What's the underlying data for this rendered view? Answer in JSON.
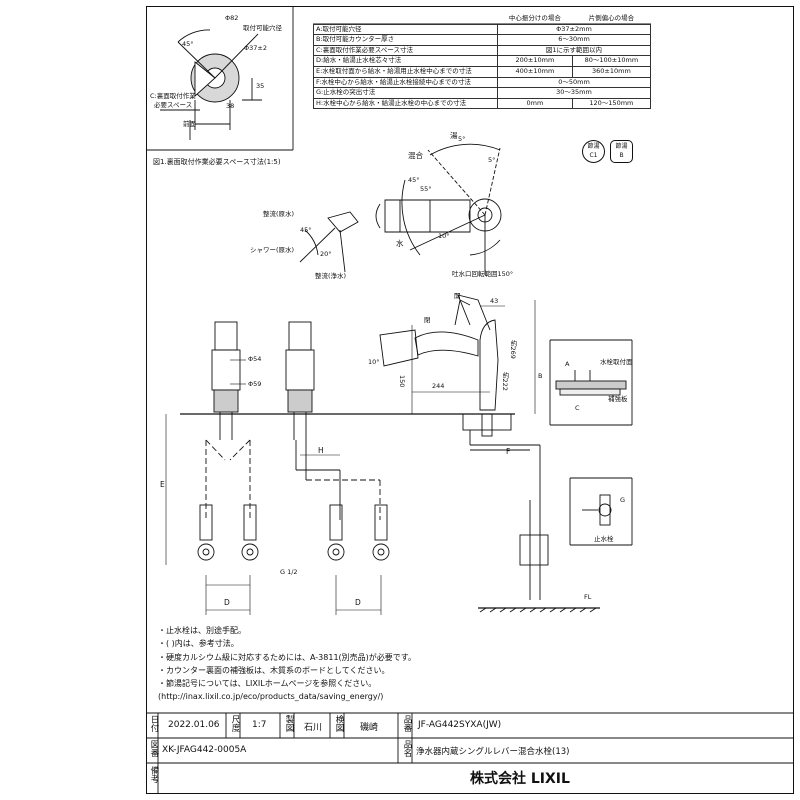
{
  "spec_table": {
    "headers": [
      "中心振分けの場合",
      "片側偏心の場合"
    ],
    "rows": [
      {
        "label": "A:取付可能穴径",
        "center": "Φ37±2mm",
        "offset": ""
      },
      {
        "label": "B:取付可能カウンター厚さ",
        "center": "6～30mm",
        "offset": ""
      },
      {
        "label": "C:裏面取付作業必要スペース寸法",
        "center": "図1に示す範囲以内",
        "offset": ""
      },
      {
        "label": "D:給水・給湯止水栓芯々寸法",
        "center": "200±10mm",
        "offset": "80～100±10mm"
      },
      {
        "label": "E:水栓取付面から給水・給湯用止水栓中心までの寸法",
        "center": "400±10mm",
        "offset": "360±10mm"
      },
      {
        "label": "F:水栓中心から給水・給湯止水栓接続中心までの寸法",
        "center": "0～50mm",
        "offset": ""
      },
      {
        "label": "G:止水栓の突出寸法",
        "center": "30～35mm",
        "offset": ""
      },
      {
        "label": "H:水栓中心から給水・給湯止水栓の中心までの寸法",
        "center": "0mm",
        "offset": "120～150mm"
      }
    ]
  },
  "figure1": {
    "caption": "図1.裏面取付作業必要スペース寸法(1:5)",
    "angle": "45°",
    "install_hole": "取付可能穴径",
    "d_outer": "Φ82",
    "d_inner": "Φ37±2",
    "dim_38": "38",
    "dim_35": "35",
    "space_label_1": "C:裏面取付作業",
    "space_label_2": "必要スペース",
    "front": "前面"
  },
  "badges": {
    "badge1_top": "節湯",
    "badge1_bottom": "C1",
    "badge2_top": "節湯",
    "badge2_bottom": "B"
  },
  "lever_view": {
    "hot": "湯",
    "mix": "混合",
    "water": "水",
    "angle_5a": "5°",
    "angle_5b": "5°",
    "angle_45": "45°",
    "angle_55": "55°",
    "angle_10": "10°",
    "spout_range": "吐水口回転範囲150°"
  },
  "head_view": {
    "rectified_original": "整流(原水)",
    "shower_original": "シャワー(原水)",
    "rectified_purified": "整流(浄水)",
    "angle_45": "45°",
    "angle_20": "20°"
  },
  "main_dims": {
    "phi54": "Φ54",
    "phi59": "Φ59",
    "open": "開",
    "closed": "閉",
    "dim_43": "43",
    "dim_269": "約269",
    "dim_222": "約222",
    "dim_150": "150",
    "dim_244": "244",
    "angle_10": "10°",
    "e": "E",
    "h": "H",
    "f": "F",
    "d1": "D",
    "d2": "D",
    "g_thread": "G 1/2",
    "counter_b": "B",
    "counter_a": "A",
    "counter_c": "C",
    "mounting_face": "水栓取付面",
    "reinforce": "補強板",
    "g": "G",
    "stop_valve": "止水栓",
    "fl": "FL"
  },
  "notes": [
    "・止水栓は、別途手配。",
    "・( )内は、参考寸法。",
    "・硬度カルシウム級に対応するためには、A-3811(別売品)が必要です。",
    "・カウンター裏面の補強板は、木質系のボードとしてください。",
    "・節湯記号については、LIXILホームページを参照ください。",
    "(http://inax.lixil.co.jp/eco/products_data/saving_energy/)"
  ],
  "title_block": {
    "date_label": "日付",
    "date": "2022.01.06",
    "scale_label": "尺度",
    "scale": "1:7",
    "drawn_label": "製図",
    "drawn": "石川",
    "checked_label": "検図",
    "checked": "磯崎",
    "product_no_label": "品番",
    "product_no": "JF-AG442SYXA(JW)",
    "drawing_no_label": "図番",
    "drawing_no": "XK-JFAG442-0005A",
    "product_name_label": "品名",
    "product_name": "浄水器内蔵シングルレバー混合水栓(13)",
    "remarks_label": "備考",
    "company": "株式会社 LIXIL"
  }
}
